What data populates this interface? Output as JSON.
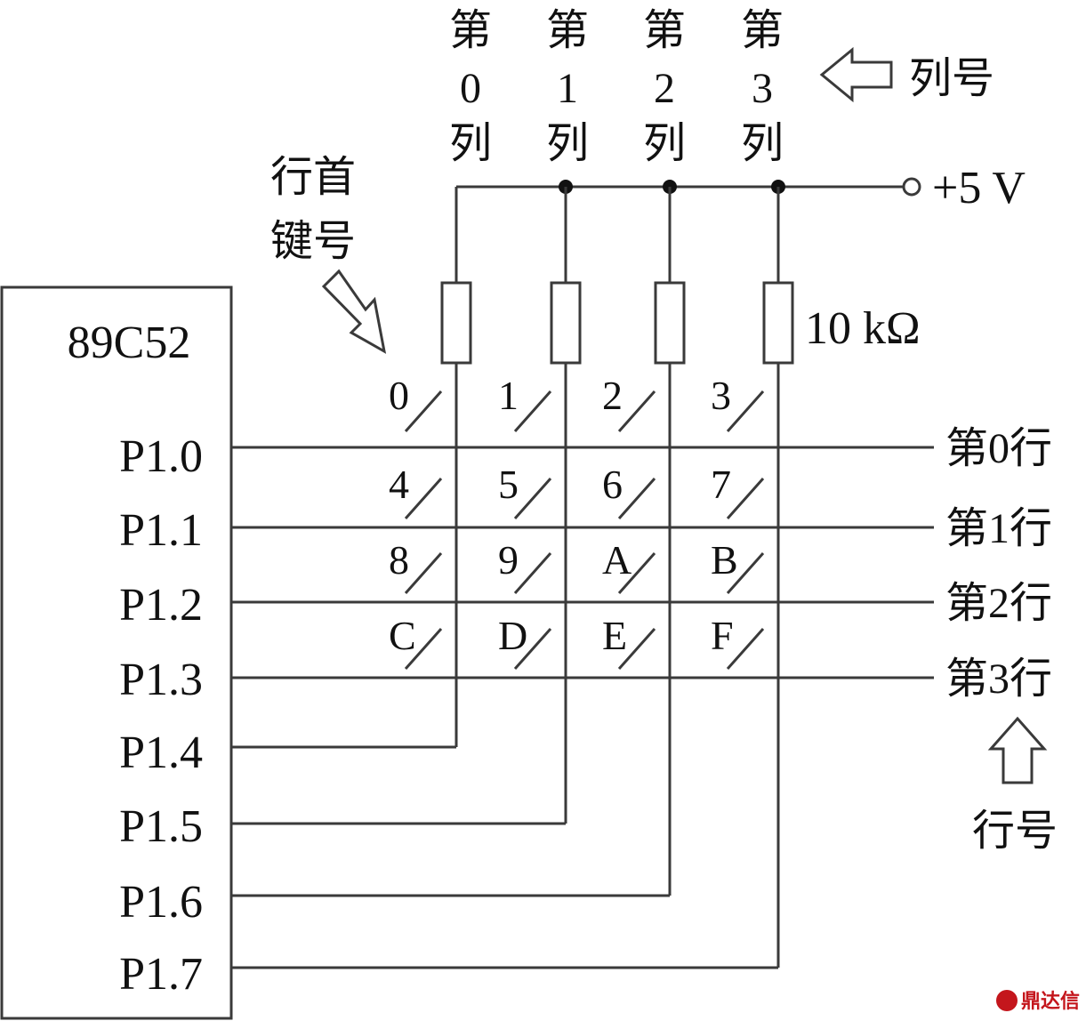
{
  "chip": {
    "name": "89C52",
    "pins": [
      "P1.0",
      "P1.1",
      "P1.2",
      "P1.3",
      "P1.4",
      "P1.5",
      "P1.6",
      "P1.7"
    ]
  },
  "columns": [
    {
      "top": "第",
      "num": "0",
      "bottom": "列"
    },
    {
      "top": "第",
      "num": "1",
      "bottom": "列"
    },
    {
      "top": "第",
      "num": "2",
      "bottom": "列"
    },
    {
      "top": "第",
      "num": "3",
      "bottom": "列"
    }
  ],
  "column_label": "列号",
  "rows": [
    "第0行",
    "第1行",
    "第2行",
    "第3行"
  ],
  "row_label": "行号",
  "first_key_label": [
    "行首",
    "键号"
  ],
  "supply": "+5 V",
  "resistor": "10 kΩ",
  "keys": [
    "0",
    "1",
    "2",
    "3",
    "4",
    "5",
    "6",
    "7",
    "8",
    "9",
    "A",
    "B",
    "C",
    "D",
    "E",
    "F"
  ],
  "watermark": "鼎达信"
}
